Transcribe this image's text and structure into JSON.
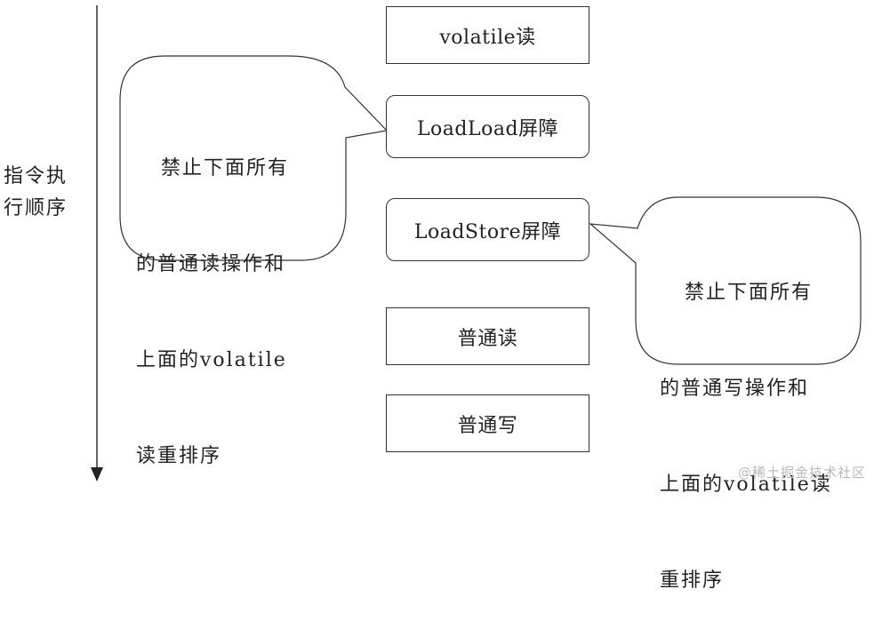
{
  "axis": {
    "label_line1": "指令执",
    "label_line2": "行顺序"
  },
  "sequence": [
    {
      "id": "volatile-read",
      "label": "volatile读",
      "shape": "rect"
    },
    {
      "id": "loadload-barrier",
      "label": "LoadLoad屏障",
      "shape": "rounded"
    },
    {
      "id": "loadstore-barrier",
      "label": "LoadStore屏障",
      "shape": "rounded"
    },
    {
      "id": "normal-read",
      "label": "普通读",
      "shape": "rect"
    },
    {
      "id": "normal-write",
      "label": "普通写",
      "shape": "rect"
    }
  ],
  "callouts": {
    "left": {
      "line1": "禁止下面所有",
      "line2": "的普通读操作和",
      "line3": "上面的volatile",
      "line4": "读重排序",
      "points_to": "loadload-barrier"
    },
    "right": {
      "line1": "禁止下面所有",
      "line2": "的普通写操作和",
      "line3": "上面的volatile读",
      "line4": "重排序",
      "points_to": "loadstore-barrier"
    }
  },
  "colors": {
    "stroke": "#333333",
    "text": "#222222",
    "watermark": "#b9b9b9"
  },
  "watermark": "@稀土掘金技术社区"
}
